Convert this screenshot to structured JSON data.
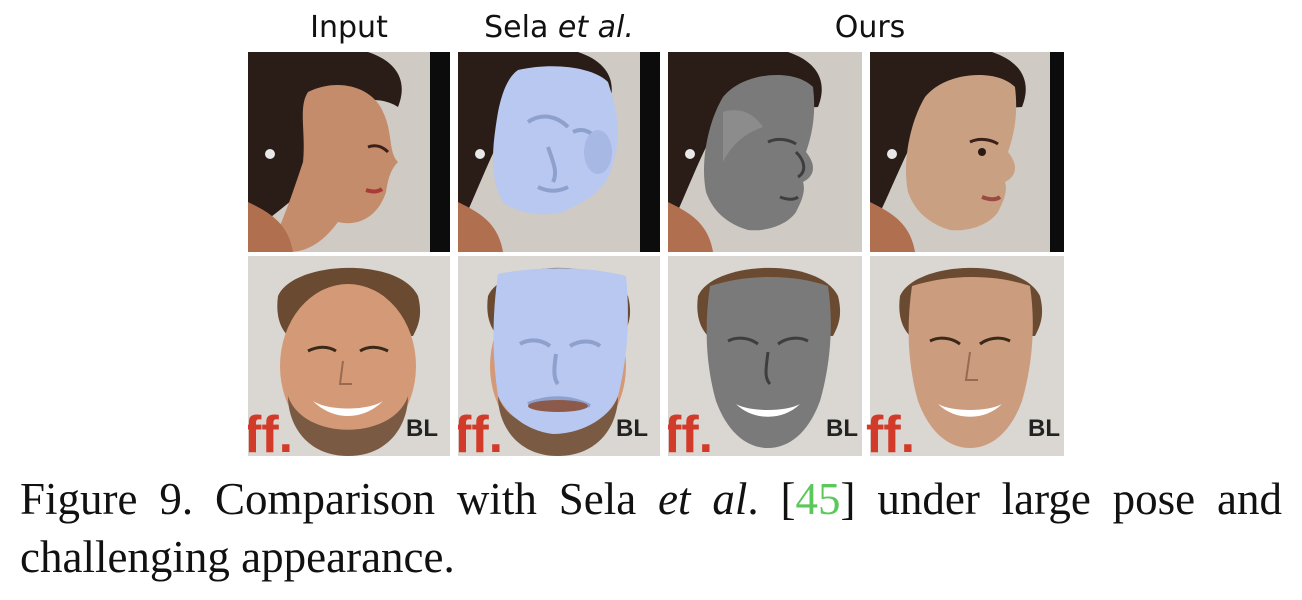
{
  "figure": {
    "headers": {
      "input": "Input",
      "sela_prefix": "Sela ",
      "sela_italic": "et al.",
      "ours": "Ours"
    },
    "caption": {
      "label": "Figure 9.",
      "text_1": " Comparison with Sela ",
      "italic": "et al",
      "text_2": ". [",
      "ref": "45",
      "text_3": "] under large pose and challenging appearance."
    },
    "banner_text": {
      "tiff_logo": "ff.",
      "sponsor": "BL"
    },
    "colors": {
      "sela_mesh": "#b8c8f0",
      "ours_mesh": "#7a7a7a",
      "reference_link": "#5ac85a"
    }
  }
}
